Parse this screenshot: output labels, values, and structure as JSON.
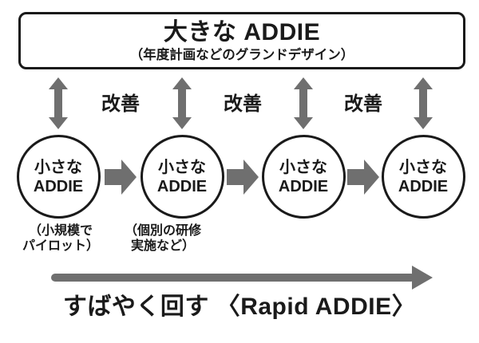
{
  "big_addie": {
    "title": "大きな ADDIE",
    "subtitle": "（年度計画などのグランドデザイン）"
  },
  "improve": [
    "改善",
    "改善",
    "改善"
  ],
  "circles": [
    {
      "line1": "小さな",
      "line2": "ADDIE"
    },
    {
      "line1": "小さな",
      "line2": "ADDIE"
    },
    {
      "line1": "小さな",
      "line2": "ADDIE"
    },
    {
      "line1": "小さな",
      "line2": "ADDIE"
    }
  ],
  "annotations": [
    {
      "line1": "（小規模で",
      "line2": "パイロット）"
    },
    {
      "line1": "（個別の研修",
      "line2": "実施など）"
    }
  ],
  "bottom": {
    "caption": "すばやく回す 〈Rapid ADDIE〉"
  },
  "colors": {
    "arrow_gray": "#6f6f6f",
    "ink": "#1a1a1a"
  }
}
